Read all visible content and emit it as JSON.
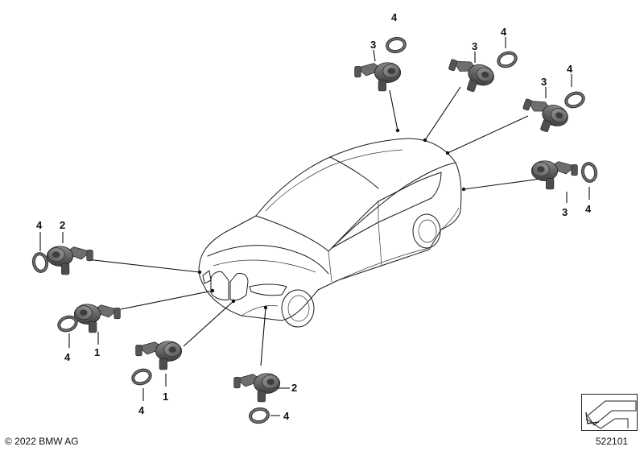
{
  "parts": [
    {
      "id": "sensor-1",
      "label": "1"
    },
    {
      "id": "sensor-2",
      "label": "2"
    },
    {
      "id": "sensor-3",
      "label": "3"
    },
    {
      "id": "seal-ring",
      "label": "4"
    }
  ],
  "footer": {
    "copyright": "© 2022 BMW AG",
    "diagram_number": "522101"
  },
  "colors": {
    "sensor_dark": "#4a4a4a",
    "sensor_mid": "#6b6b6b",
    "sensor_light": "#8c8c8c",
    "ring": "#5a5a5a",
    "line": "#111111"
  }
}
